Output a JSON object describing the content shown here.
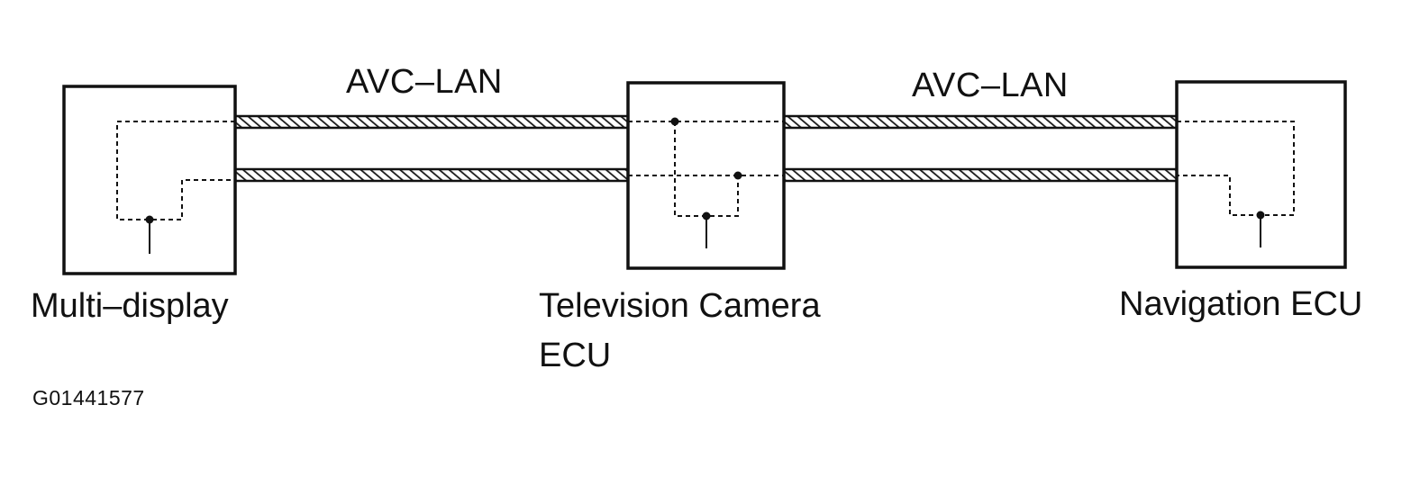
{
  "diagram": {
    "bus_labels": [
      "AVC–LAN",
      "AVC–LAN"
    ],
    "nodes": {
      "multi_display": "Multi–display",
      "tv_camera_line1": "Television Camera",
      "tv_camera_line2": "ECU",
      "navigation": "Navigation ECU"
    },
    "figure_id": "G01441577"
  }
}
